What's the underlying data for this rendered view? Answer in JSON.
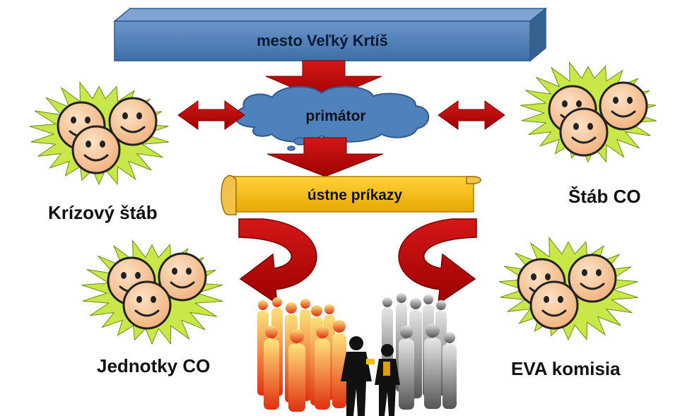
{
  "diagram": {
    "top_box": "mesto Veľký Krtíš",
    "center_cloud": "primátor",
    "scroll_banner": "ústne príkazy",
    "groups": [
      {
        "label": "Krízový štáb"
      },
      {
        "label": "Štáb CO"
      },
      {
        "label": "Jednotky CO"
      },
      {
        "label": "EVA komisia"
      }
    ]
  },
  "colors": {
    "box_fill": "#4f81bd",
    "cloud_fill": "#4f81bd",
    "arrow_red": "#c00000",
    "scroll_fill": "#f5b800",
    "star_fill": "#c8e84a",
    "face_fill": "#f8cba0"
  }
}
